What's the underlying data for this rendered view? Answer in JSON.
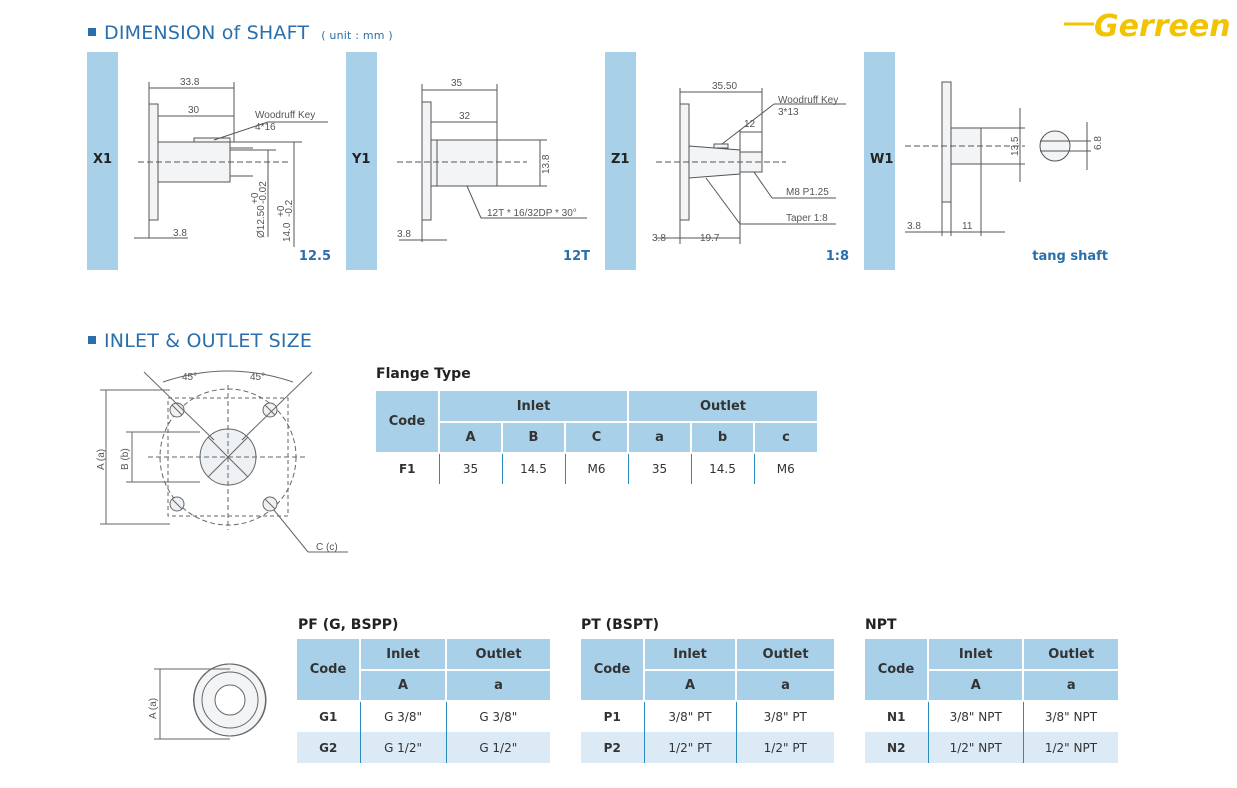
{
  "header": {
    "shaft_title": "DIMENSION of SHAFT",
    "shaft_unit": "( unit : mm )",
    "inlet_title": "INLET & OUTLET SIZE",
    "logo_text": "Gerreen"
  },
  "colors": {
    "accent": "#2a6fab",
    "band": "#a8d0e8",
    "row_alt": "#dbeaf5",
    "logo": "#f2c300"
  },
  "shafts": [
    {
      "code": "X1",
      "caption": "12.5",
      "dims": {
        "overall": "33.8",
        "length": "30",
        "key_label": "Woodruff Key",
        "key_size": "4*16",
        "flange": "3.8",
        "dia": "Ø12.50",
        "dia_tol_up": "+0",
        "dia_tol_low": "-0.02",
        "height": "14.0",
        "h_tol_up": "+0",
        "h_tol_low": "-0.2"
      }
    },
    {
      "code": "Y1",
      "caption": "12T",
      "dims": {
        "overall": "35",
        "length": "32",
        "height": "13.8",
        "spline": "12T * 16/32DP * 30°",
        "flange": "3.8"
      }
    },
    {
      "code": "Z1",
      "caption": "1:8",
      "dims": {
        "overall": "35.50",
        "key_label": "Woodruff Key",
        "key_size": "3*13",
        "thread_len": "12",
        "thread": "M8  P1.25",
        "taper": "Taper 1:8",
        "flange": "3.8",
        "taper_len": "19.7"
      }
    },
    {
      "code": "W1",
      "caption": "tang shaft",
      "dims": {
        "height": "13.5",
        "tang": "6.8",
        "flange": "3.8",
        "length": "11"
      }
    }
  ],
  "flange_drawing": {
    "angle1": "45°",
    "angle2": "45°",
    "dim_a": "A (a)",
    "dim_b": "B (b)",
    "dim_c": "C (c)"
  },
  "port_drawing": {
    "dim_a": "A (a)"
  },
  "flange_table": {
    "title": "Flange Type",
    "code_header": "Code",
    "inlet_header": "Inlet",
    "outlet_header": "Outlet",
    "inlet_cols": [
      "A",
      "B",
      "C"
    ],
    "outlet_cols": [
      "a",
      "b",
      "c"
    ],
    "rows": [
      {
        "code": "F1",
        "cells": [
          "35",
          "14.5",
          "M6",
          "35",
          "14.5",
          "M6"
        ]
      }
    ]
  },
  "thread_tables": [
    {
      "title": "PF (G, BSPP)",
      "code_header": "Code",
      "inlet_header": "Inlet",
      "outlet_header": "Outlet",
      "inlet_col": "A",
      "outlet_col": "a",
      "rows": [
        {
          "code": "G1",
          "inlet": "G 3/8\"",
          "outlet": "G 3/8\""
        },
        {
          "code": "G2",
          "inlet": "G 1/2\"",
          "outlet": "G 1/2\""
        }
      ]
    },
    {
      "title": "PT (BSPT)",
      "code_header": "Code",
      "inlet_header": "Inlet",
      "outlet_header": "Outlet",
      "inlet_col": "A",
      "outlet_col": "a",
      "rows": [
        {
          "code": "P1",
          "inlet": "3/8\" PT",
          "outlet": "3/8\" PT"
        },
        {
          "code": "P2",
          "inlet": "1/2\" PT",
          "outlet": "1/2\" PT"
        }
      ]
    },
    {
      "title": "NPT",
      "code_header": "Code",
      "inlet_header": "Inlet",
      "outlet_header": "Outlet",
      "inlet_col": "A",
      "outlet_col": "a",
      "rows": [
        {
          "code": "N1",
          "inlet": "3/8\" NPT",
          "outlet": "3/8\" NPT"
        },
        {
          "code": "N2",
          "inlet": "1/2\" NPT",
          "outlet": "1/2\" NPT"
        }
      ]
    }
  ]
}
